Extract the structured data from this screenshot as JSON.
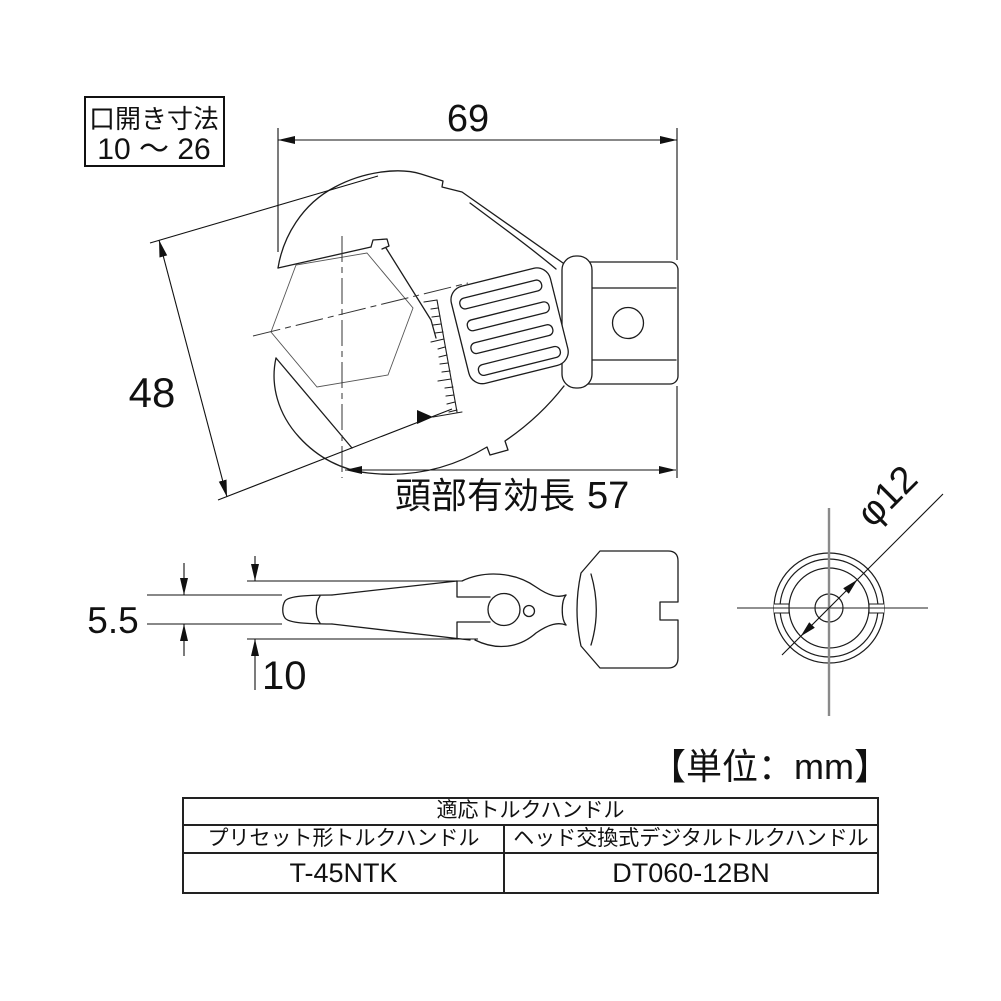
{
  "drawing": {
    "jaw_range_box": {
      "title": "口開き寸法",
      "range": "10 ～ 26"
    },
    "front_view": {
      "overall_width": "69",
      "head_depth": "48",
      "effective_length_label": "頭部有効長",
      "effective_length_value": "57"
    },
    "side_view": {
      "tip_thickness": "5.5",
      "body_thickness": "10"
    },
    "end_view": {
      "shaft_diameter": "φ12"
    },
    "unit_note": "【単位：mm】"
  },
  "table": {
    "title": "適応トルクハンドル",
    "columns": [
      "プリセット形トルクハンドル",
      "ヘッド交換式デジタルトルクハンドル"
    ],
    "models": [
      "T-45NTK",
      "DT060-12BN"
    ]
  },
  "colors": {
    "line": "#1c1c1c",
    "background": "#ffffff",
    "centerline_gray": "#8a8a8a"
  }
}
